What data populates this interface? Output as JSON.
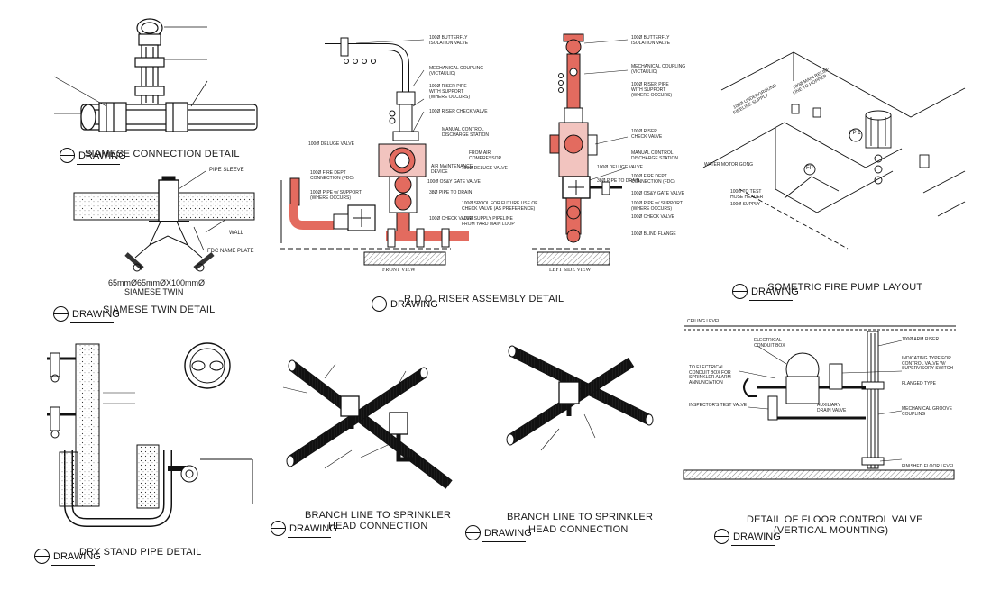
{
  "titles": {
    "siamese_connection": "SIAMESE CONNECTION DETAIL",
    "siamese_twin": "SIAMESE TWIN DETAIL",
    "riser_assembly": "R.D.O. RISER ASSEMBLY DETAIL",
    "isometric_pump": "ISOMETRIC FIRE PUMP LAYOUT",
    "dry_stand_pipe": "DRY STAND PIPE DETAIL",
    "branch_line_1_l1": "BRANCH LINE TO SPRINKLER",
    "branch_line_1_l2": "HEAD CONNECTION",
    "branch_line_2_l1": "BRANCH LINE TO SPRINKLER",
    "branch_line_2_l2": "HEAD CONNECTION",
    "floor_valve_l1": "DETAIL OF FLOOR CONTROL VALVE",
    "floor_valve_l2": "(VERTICAL MOUNTING)"
  },
  "drawing_tag": "DRAWING",
  "siamese_twin": {
    "pipe_sleeve": "PIPE SLEEVE",
    "wall": "WALL",
    "fdc_plate": "FDC NAME PLATE",
    "size": "65mmØ65mmØX100mmØ",
    "name": "SIAMESE TWIN"
  },
  "riser_front": {
    "view_label": "FRONT VIEW",
    "callouts": [
      "100Ø BUTTERFLY",
      "ISOLATION VALVE",
      "MECHANICAL COUPLING",
      "(VICTAULIC)",
      "100Ø RISER PIPE",
      "WITH SUPPORT",
      "(WHERE OCCURS)",
      "100Ø RISER CHECK VALVE",
      "MANUAL CONTROL",
      "DISCHARGE STATION",
      "100Ø DELUGE VALVE",
      "FROM AIR",
      "COMPRESSOR",
      "AIR MAINTENANCE",
      "DEVICE",
      "100Ø DELUGE VALVE",
      "100Ø FIRE DEPT",
      "CONNECTION (FDC)",
      "100Ø OS&Y GATE VALVE",
      "100Ø PIPE w/ SUPPORT",
      "(WHERE OCCURS)",
      "38Ø PIPE TO DRAIN",
      "100Ø SPOOL FOR FUTURE USE OF",
      "CHECK VALVE (AS PREFERENCE)",
      "100Ø CHECK VALVE",
      "100Ø SUPPLY PIPELINE",
      "FROM YARD MAIN LOOP"
    ]
  },
  "riser_side": {
    "view_label": "LEFT SIDE VIEW",
    "callouts": [
      "100Ø BUTTERFLY",
      "ISOLATION VALVE",
      "MECHANICAL COUPLING",
      "(VICTAULIC)",
      "100Ø RISER PIPE",
      "WITH SUPPORT",
      "(WHERE OCCURS)",
      "100Ø RISER",
      "CHECK VALVE",
      "MANUAL CONTROL",
      "DISCHARGE STATION",
      "100Ø DELUGE VALVE",
      "38Ø PIPE TO DRAIN",
      "100Ø FIRE DEPT",
      "CONNECTION (FDC)",
      "100Ø OS&Y GATE VALVE",
      "100Ø PIPE w/ SUPPORT",
      "(WHERE OCCURS)",
      "100Ø CHECK VALVE",
      "100Ø BLIND FLANGE"
    ]
  },
  "pump": {
    "callouts": [
      "100Ø MAIN RELIEF",
      "LINE TO HOPPER",
      "100Ø UNDERGROUND",
      "FIRELINE SUPPLY",
      "WATER MOTOR GONG",
      "100Ø TO TEST",
      "HOSE HEADER",
      "100Ø SUPPLY"
    ],
    "markers": [
      "FP 1",
      "FP"
    ]
  },
  "floor_valve": {
    "callouts": [
      "CEILING LEVEL",
      "ELECTRICAL CONDUIT BOX",
      "100Ø ARM RISER",
      "TO ELECTRICAL CONDUIT BOX FOR SPRINKLER ALARM ANNUNCIATION",
      "INDICATING TYPE FOR CONTROL VALVE W/ SUPERVISORY SWITCH",
      "FLANGED TYPE",
      "INSPECTOR'S TEST VALVE",
      "AUXILIARY DRAIN VALVE",
      "MECHANICAL GROOVE COUPLING",
      "FINISHED FLOOR LEVEL"
    ]
  }
}
